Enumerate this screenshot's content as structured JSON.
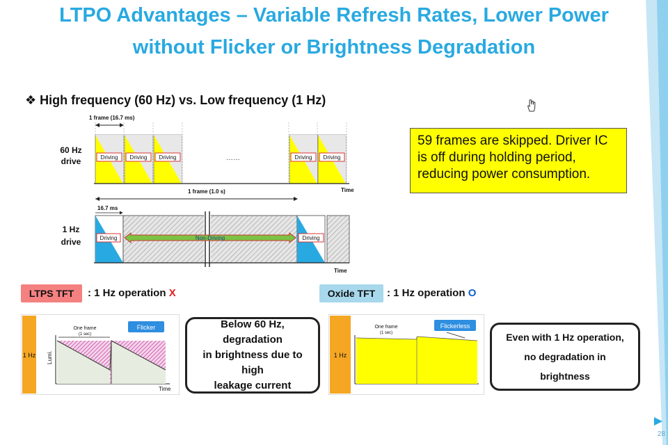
{
  "title": {
    "line1": "LTPO Advantages – Variable Refresh Rates, Lower Power",
    "line2": "without Flicker or Brightness Degradation"
  },
  "subheading": "❖ High frequency (60 Hz) vs. Low frequency (1 Hz)",
  "note": "59 frames are skipped. Driver IC is off during holding period, reducing power  consumption.",
  "timing_60hz": {
    "label_line1": "60 Hz",
    "label_line2": "drive",
    "frame_label": "1 frame (16.7 ms)",
    "pulse_label": "Driving",
    "ellipsis": "……",
    "time_label": "Time"
  },
  "timing_1hz": {
    "label_line1": "1 Hz",
    "label_line2": "drive",
    "frame_label": "1 frame (1.0 s)",
    "short_label": "16.7 ms",
    "drive_label": "Driving",
    "nondrive_label": "Non-Driving",
    "time_label": "Time"
  },
  "ltps": {
    "tag": "LTPS TFT",
    "operation": ": 1 Hz operation ",
    "mark": "X",
    "side_label": "1 Hz",
    "frame_line1": "One frame",
    "frame_line2": "(1 sec)",
    "badge": "Flicker",
    "y_axis": "Lumi.",
    "x_axis": "Time",
    "callout_line1": "Below 60 Hz, degradation",
    "callout_line2": "in brightness due to high",
    "callout_line3": "leakage current"
  },
  "oxide": {
    "tag": "Oxide TFT",
    "operation": ": 1 Hz operation ",
    "mark": "O",
    "side_label": "1 Hz",
    "frame_line1": "One frame",
    "frame_line2": "(1 sec)",
    "badge": "Flickerless",
    "callout_line1": "Even with 1 Hz operation,",
    "callout_line2": "no degradation in brightness"
  },
  "page_number": "28",
  "colors": {
    "title": "#29a9e1",
    "yellow": "#ffff00",
    "cyan_blue": "#29a9e1",
    "non_driving_green": "#7cc243",
    "ltps_tag": "#f48080",
    "oxide_tag": "#a8d8ec",
    "orange_bar": "#f5a623",
    "badge_blue": "#2e8ee0",
    "hatch_magenta": "#c8329a",
    "red_mark": "#e02020",
    "blue_mark": "#1060d0"
  }
}
